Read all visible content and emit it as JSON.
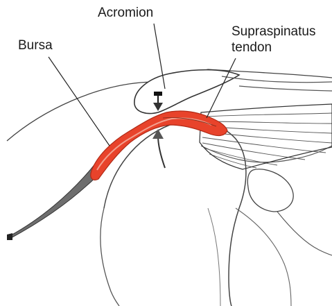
{
  "labels": {
    "acromion": "Acromion",
    "bursa": "Bursa",
    "supraspinatus_line1": "Supraspinatus",
    "supraspinatus_line2": "tendon"
  },
  "colors": {
    "bursa_red": "#e8432b",
    "bursa_highlight": "#f2a08f",
    "outline": "#333333",
    "grey_muscle": "#6e6e6e"
  }
}
